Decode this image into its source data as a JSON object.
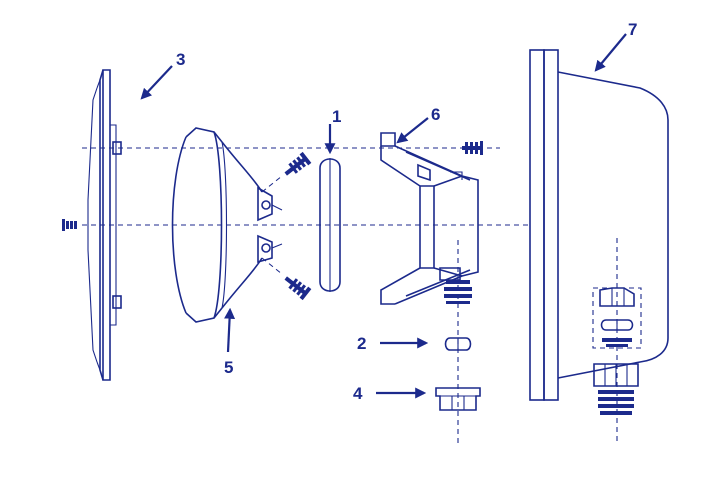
{
  "labels": {
    "part_1": "1",
    "part_2": "2",
    "part_3": "3",
    "part_4": "4",
    "part_5": "5",
    "part_6": "6",
    "part_7": "7"
  },
  "colors": {
    "line": "#1c2a8c",
    "background": "#ffffff"
  }
}
